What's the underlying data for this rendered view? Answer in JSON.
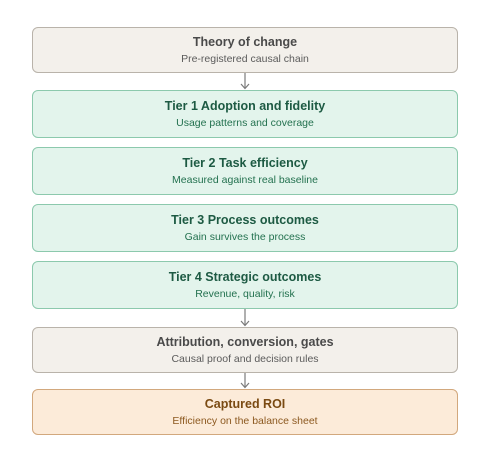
{
  "boxes": [
    {
      "title": "Theory of change",
      "subtitle": "Pre-registered causal chain"
    },
    {
      "title": "Tier 1 Adoption and fidelity",
      "subtitle": "Usage patterns and coverage"
    },
    {
      "title": "Tier 2 Task efficiency",
      "subtitle": "Measured against real baseline"
    },
    {
      "title": "Tier 3 Process outcomes",
      "subtitle": "Gain survives the process"
    },
    {
      "title": "Tier 4 Strategic outcomes",
      "subtitle": "Revenue, quality, risk"
    },
    {
      "title": "Attribution, conversion, gates",
      "subtitle": "Causal proof and decision rules"
    },
    {
      "title": "Captured ROI",
      "subtitle": "Efficiency on the balance sheet"
    }
  ],
  "colors": {
    "neutral_fill": "#f3f0eb",
    "tier_fill": "#e3f4ec",
    "roi_fill": "#fcebd9",
    "arrow": "#7a7a7a"
  }
}
